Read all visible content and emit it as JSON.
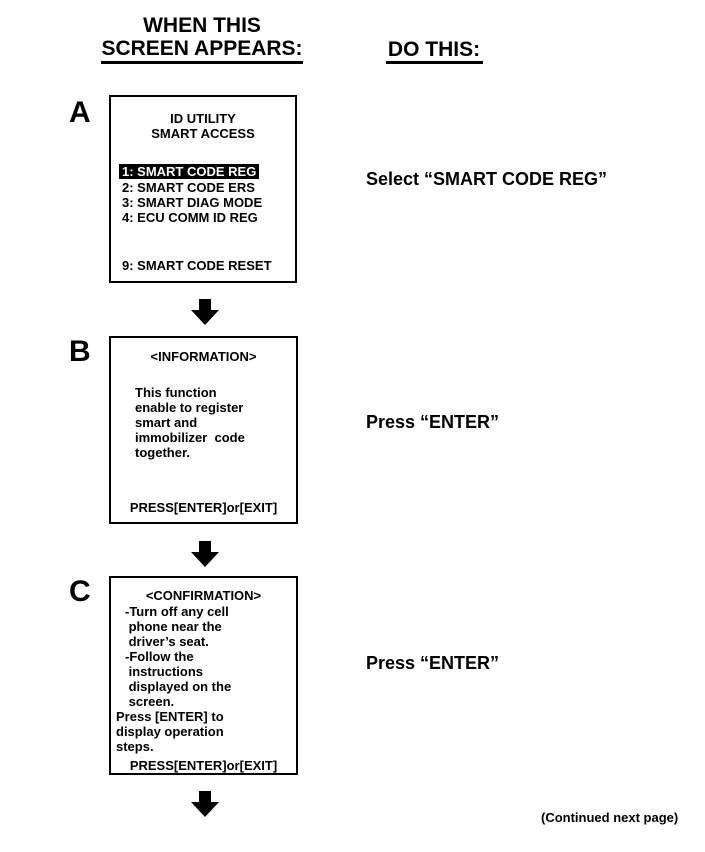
{
  "header": {
    "left_line1": "WHEN THIS",
    "left_line2": "SCREEN APPEARS:",
    "right": "DO THIS:"
  },
  "steps": [
    {
      "letter": "A",
      "screen": {
        "title_line1": "ID UTILITY",
        "title_line2": "SMART ACCESS",
        "menu": [
          "1: SMART CODE REG",
          "2: SMART CODE ERS",
          "3: SMART DIAG MODE",
          "4: ECU COMM ID REG"
        ],
        "selected_index": 0,
        "extra": "9: SMART CODE RESET"
      },
      "action": "Select “SMART CODE REG”"
    },
    {
      "letter": "B",
      "screen": {
        "title": "<INFORMATION>",
        "body": [
          "This function",
          "enable to register",
          "smart and",
          "immobilizer  code",
          "together."
        ],
        "footer": "PRESS[ENTER]or[EXIT]"
      },
      "action": "Press “ENTER”"
    },
    {
      "letter": "C",
      "screen": {
        "title": "<CONFIRMATION>",
        "body": [
          "-Turn off any cell",
          " phone near the",
          " driver’s seat.",
          "-Follow the",
          " instructions",
          " displayed on the",
          " screen.",
          "Press [ENTER] to",
          "display operation",
          "steps."
        ],
        "footer": "PRESS[ENTER]or[EXIT]"
      },
      "action": "Press “ENTER”"
    }
  ],
  "footer": "(Continued next page)",
  "icons": [
    "down-arrow-icon"
  ]
}
